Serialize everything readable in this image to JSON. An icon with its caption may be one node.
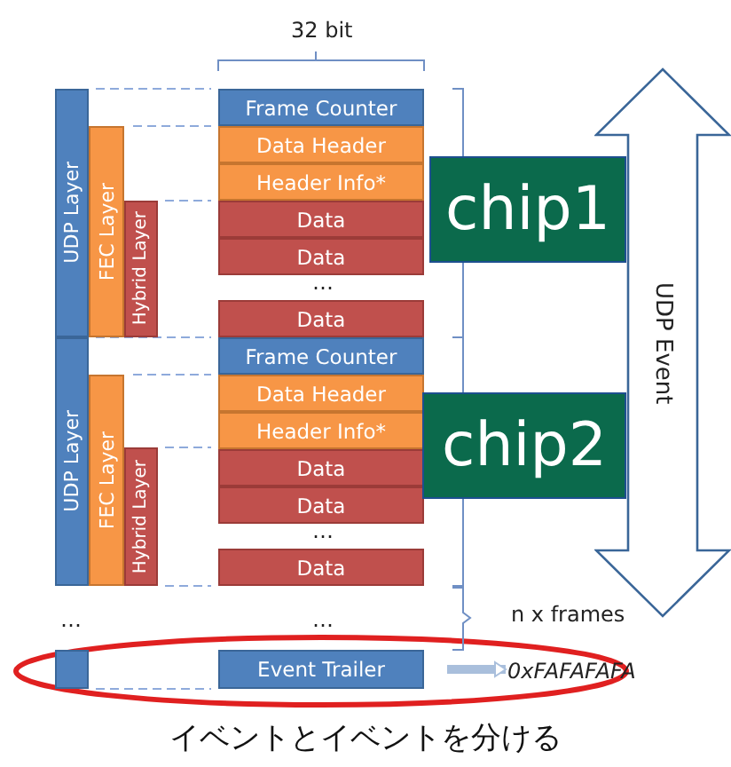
{
  "diagram": {
    "caption": "イベントとイベントを分ける",
    "nodes": [
      {
        "text": [
          "UDP Layer"
        ]
      },
      {
        "text": [
          "FEC Layer"
        ]
      },
      {
        "text": [
          "Hybrid Layer"
        ]
      },
      {
        "text": [
          "Frame Counter"
        ]
      },
      {
        "text": [
          "Data Header"
        ]
      },
      {
        "text": [
          "Header Info*"
        ]
      },
      {
        "text": [
          "Data"
        ]
      },
      {
        "text": [
          "Data"
        ]
      },
      {
        "text": [
          "Data"
        ]
      },
      {
        "text": [
          "chip1"
        ]
      },
      {
        "text": [
          "UDP Layer"
        ]
      },
      {
        "text": [
          "FEC Layer"
        ]
      },
      {
        "text": [
          "Hybrid Layer"
        ]
      },
      {
        "text": [
          "Frame Counter"
        ]
      },
      {
        "text": [
          "Data Header"
        ]
      },
      {
        "text": [
          "Header Info*"
        ]
      },
      {
        "text": [
          "Data"
        ]
      },
      {
        "text": [
          "Data"
        ]
      },
      {
        "text": [
          "Data"
        ]
      },
      {
        "text": [
          "chip2"
        ]
      },
      {
        "text": [
          "UDP Event"
        ]
      },
      {
        "text": [],
        "shape": "bar"
      },
      {
        "text": [
          "Event Trailer"
        ]
      },
      {
        "text": [
          "0xFAFAFAFA"
        ]
      }
    ],
    "edges": [
      {
        "from": 22,
        "to": 23,
        "arrow": "to"
      }
    ],
    "labels": [
      "32 bit",
      "…",
      "…",
      "…",
      "…",
      "n x frames"
    ]
  }
}
